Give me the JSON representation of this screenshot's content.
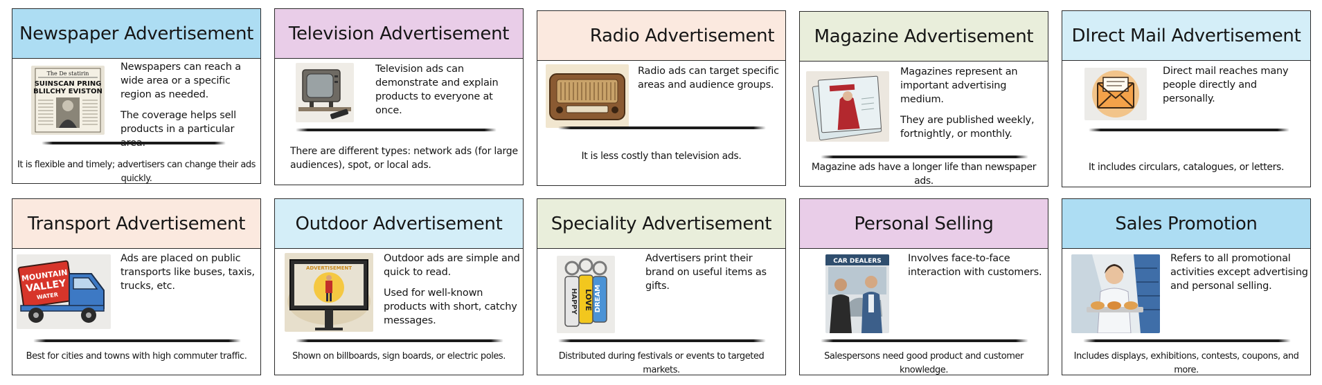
{
  "cards": [
    {
      "title": "Newspaper Advertisement",
      "header_color": "#ADDDF3",
      "icon": "newspaper-icon",
      "image_text": [
        "The De statirin",
        "SUINSCAN PRING",
        "BLILCHY EVISTON"
      ],
      "paragraphs": [
        "Newspapers can reach a wide area or a specific region as needed.",
        "The coverage helps sell products in a particular area."
      ],
      "footer": "It is flexible and timely; advertisers can change their ads quickly."
    },
    {
      "title": "Television Advertisement",
      "header_color": "#E9CDE8",
      "icon": "television-icon",
      "paragraphs": [
        "Television ads can demonstrate and explain products to everyone at once."
      ],
      "footer": "There are different types: network ads (for large audiences), spot, or local ads."
    },
    {
      "title": "Radio Advertisement",
      "header_color": "#FBE9DF",
      "icon": "radio-icon",
      "paragraphs": [
        "Radio ads can target specific areas and audience groups."
      ],
      "footer": "It is less costly than television ads."
    },
    {
      "title": "Magazine Advertisement",
      "header_color": "#E9EEDB",
      "icon": "magazine-icon",
      "paragraphs": [
        "Magazines represent an important advertising medium.",
        "They are published weekly, fortnightly, or monthly."
      ],
      "footer": "Magazine ads have a longer life than newspaper ads."
    },
    {
      "title": "DIrect Mail Advertisement",
      "header_color": "#D4EEF8",
      "icon": "envelope-icon",
      "paragraphs": [
        "Direct mail reaches many people directly and personally."
      ],
      "footer": "It includes circulars, catalogues, or letters."
    },
    {
      "title": "Transport Advertisement",
      "header_color": "#FBE9DF",
      "icon": "truck-icon",
      "image_text": [
        "MOUNTAIN",
        "VALLEY",
        "WATER"
      ],
      "paragraphs": [
        "Ads are placed on public transports like buses, taxis, trucks, etc."
      ],
      "footer": "Best for cities and towns with high commuter traffic."
    },
    {
      "title": "Outdoor Advertisement",
      "header_color": "#D4EEF8",
      "icon": "billboard-icon",
      "image_text": [
        "ADVERTISEMENT"
      ],
      "paragraphs": [
        "Outdoor ads are simple and quick to read.",
        "Used for well-known products with short, catchy messages."
      ],
      "footer": "Shown on billboards, sign boards, or electric poles."
    },
    {
      "title": "Speciality Advertisement",
      "header_color": "#E9EEDB",
      "icon": "keychain-icon",
      "image_text": [
        "HAPPY",
        "LOVE",
        "DREAM"
      ],
      "paragraphs": [
        "Advertisers print their brand on useful items as gifts."
      ],
      "footer": "Distributed during festivals or events to targeted markets."
    },
    {
      "title": "Personal Selling",
      "header_color": "#E9CDE8",
      "icon": "salesperson-icon",
      "image_text": [
        "CAR DEALERS"
      ],
      "paragraphs": [
        "Involves face-to-face interaction with customers."
      ],
      "footer": "Salespersons need good product and customer knowledge."
    },
    {
      "title": "Sales Promotion",
      "header_color": "#ADDDF3",
      "icon": "promotion-icon",
      "paragraphs": [
        "Refers to all promotional activities except advertising and personal selling."
      ],
      "footer": "Includes displays, exhibitions, contests, coupons, and more."
    }
  ]
}
